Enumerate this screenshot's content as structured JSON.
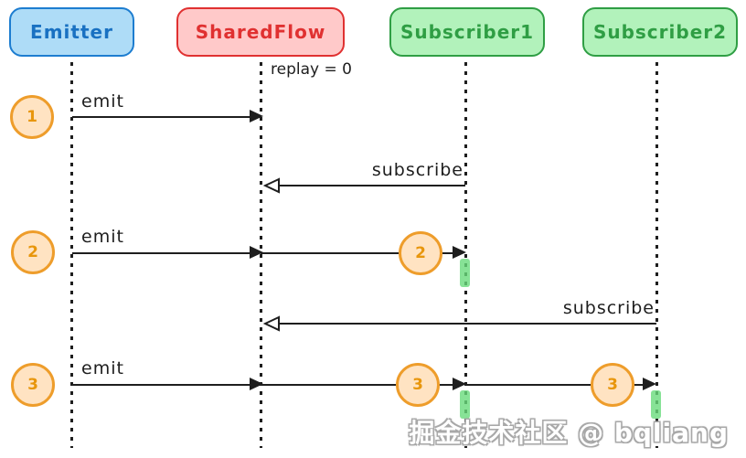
{
  "actors": [
    {
      "label": "Emitter",
      "fill": "#aedcf7",
      "stroke": "#1d7dd0",
      "text_color": "#1971c2"
    },
    {
      "label": "SharedFlow",
      "fill": "#ffc9c9",
      "stroke": "#e03131",
      "text_color": "#e03131"
    },
    {
      "label": "Subscriber1",
      "fill": "#b2f2bb",
      "stroke": "#2f9e44",
      "text_color": "#2f9e44"
    },
    {
      "label": "Subscriber2",
      "fill": "#b2f2bb",
      "stroke": "#2f9e44",
      "text_color": "#2f9e44"
    }
  ],
  "sharedflow_note": "replay = 0",
  "rows": {
    "emit1": {
      "label": "emit",
      "seq": "1"
    },
    "subscribe1": {
      "label": "subscribe",
      "from": "Subscriber1"
    },
    "emit2": {
      "label": "emit",
      "seq": "2",
      "delivered_to_subscriber1": "2"
    },
    "subscribe2": {
      "label": "subscribe",
      "from": "Subscriber2"
    },
    "emit3": {
      "label": "emit",
      "seq": "3",
      "delivered_to_subscriber1": "3",
      "delivered_to_subscriber2": "3"
    }
  },
  "watermark": "掘金技术社区 @ bqliang",
  "colors": {
    "event_circle_fill": "#ffe3c2",
    "event_circle_stroke": "#ee9d2b",
    "event_number": "#e8960c",
    "activation_bar": "#69db7c",
    "line": "#1e1e1e",
    "background": "#ffffff"
  }
}
